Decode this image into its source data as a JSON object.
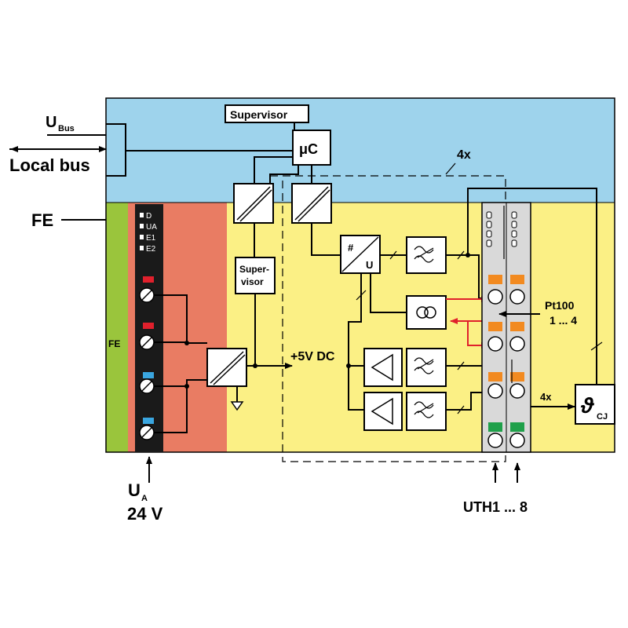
{
  "labels": {
    "u_bus": "U",
    "u_bus_sub": "Bus",
    "local_bus": "Local bus",
    "fe_left": "FE",
    "fe_bar": "FE",
    "supervisor_top": "Supervisor",
    "microcontroller": "μC",
    "multiplicity_top": "4x",
    "supervisor_mid_line1": "Super-",
    "supervisor_mid_line2": "visor",
    "plus_5v_dc": "+5V DC",
    "adc_hash": "#",
    "adc_u": "U",
    "pt100_line1": "Pt100",
    "pt100_line2": "1 ... 4",
    "multiplicity_cj": "4x",
    "cj_symbol": "ϑ",
    "cj_sub": "CJ",
    "ua": "U",
    "ua_sub": "A",
    "ua_voltage": "24 V",
    "uth": "UTH1 ... 8"
  },
  "diagnostic_leds": [
    "D",
    "UA",
    "E1",
    "E2"
  ],
  "colors": {
    "bus_area": "#9ed3ec",
    "io_area": "#fbf085",
    "power_area": "#e97c63",
    "fe_bar": "#9ac53c",
    "terminal_strip": "#1a1a1a",
    "connector_block": "#d9d9d9",
    "red_contact": "#e0202c",
    "blue_contact": "#3aa6e0",
    "orange_contact": "#f28a20",
    "green_contact": "#1fa04a",
    "red_arrow": "#e0202c"
  }
}
